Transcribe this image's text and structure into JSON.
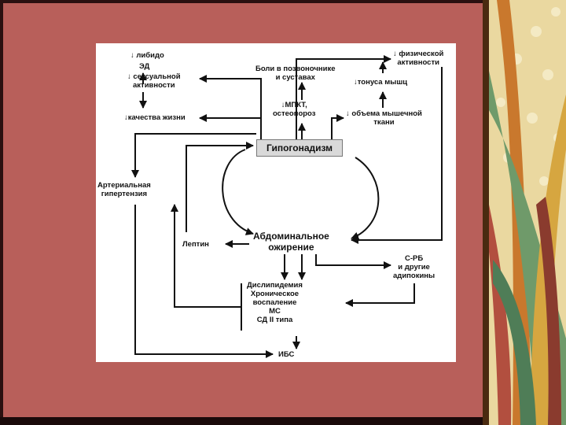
{
  "diagram": {
    "hypogonadism": "Гипогонадизм",
    "abdominal_obesity": [
      "Абдоминальное",
      "ожирение"
    ],
    "libido": "↓ либидо",
    "ed": "ЭД",
    "sexual_activity": [
      "↓ сексуальной",
      "активности"
    ],
    "quality_of_life": "↓качества жизни",
    "pain": [
      "Боли в позвоночнике",
      "и суставах"
    ],
    "bmd": [
      "↓МПКТ,",
      "остеопороз"
    ],
    "physical_activity": [
      "↓ физической",
      "активности"
    ],
    "muscle_tone": "↓тонуса мышц",
    "muscle_volume": [
      "↓ объема мышечной",
      "ткани"
    ],
    "hypertension": [
      "Артериальная",
      "гипертензия"
    ],
    "leptin": "Лептин",
    "crp": [
      "С-РБ",
      "и другие",
      "адипокины"
    ],
    "comorbidities": [
      "Дислипидемия",
      "Хроническое",
      "воспаление",
      "МС",
      "СД II типа"
    ],
    "ihd": "ИБС"
  },
  "colors": {
    "slide_background": "#b85f5a",
    "panel_background": "#ffffff",
    "box_fill": "#d9d9d9",
    "line_color": "#111111"
  }
}
